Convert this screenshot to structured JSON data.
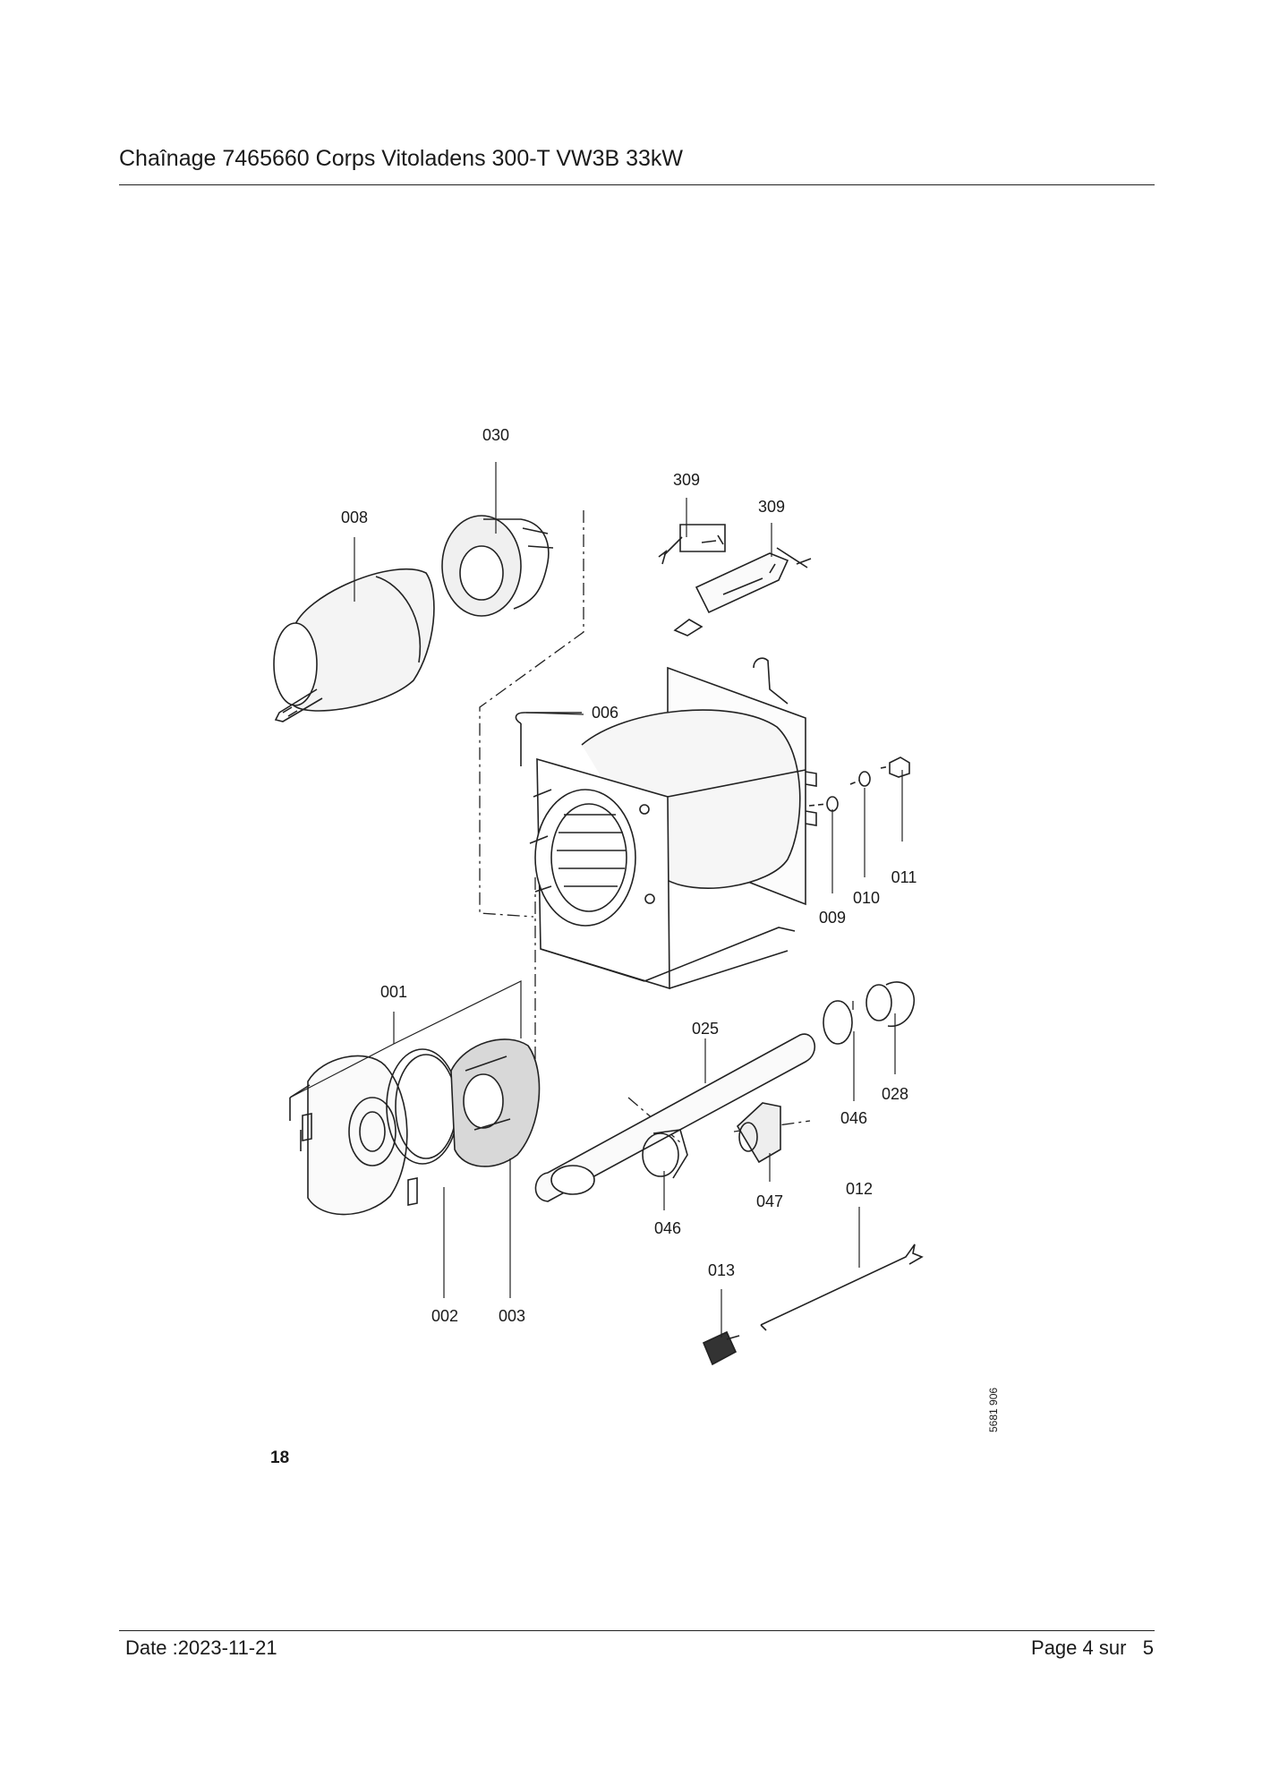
{
  "header": {
    "title": "Chaînage 7465660 Corps Vitoladens 300-T VW3B 33kW"
  },
  "diagram": {
    "figure_number": "18",
    "drawing_code": "5681 906",
    "callouts": {
      "c030": "030",
      "c008": "008",
      "c309a": "309",
      "c309b": "309",
      "c006": "006",
      "c011": "011",
      "c010": "010",
      "c009": "009",
      "c001": "001",
      "c025": "025",
      "c028": "028",
      "c046a": "046",
      "c046b": "046",
      "c047": "047",
      "c012": "012",
      "c013": "013",
      "c002": "002",
      "c003": "003"
    }
  },
  "footer": {
    "date": "Date :2023-11-21",
    "page": "Page 4 sur   5"
  }
}
